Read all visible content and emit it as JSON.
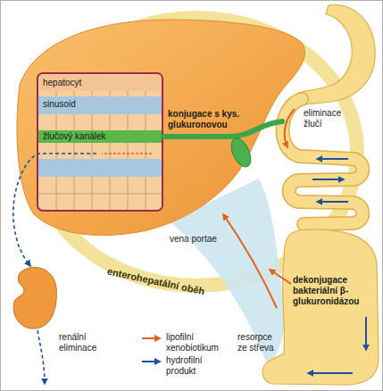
{
  "diagram": {
    "nodes": [
      {
        "text": [
          "hepatocyt"
        ]
      },
      {
        "text": [
          "sinusoid"
        ]
      },
      {
        "text": [
          "žlučový kanálek"
        ]
      }
    ],
    "labels": [
      "konjugace s kys. glukuronovou",
      "eliminace žlučí",
      "vena portae",
      "enterohepatální oběh",
      "dekonjugace bakteriální β-glukuronidázou",
      "renální eliminace",
      "resorpce ze střeva"
    ],
    "legend": [
      {
        "text": "lipofilní xenobiotikum"
      },
      {
        "text": "hydrofilní produkt"
      }
    ]
  }
}
